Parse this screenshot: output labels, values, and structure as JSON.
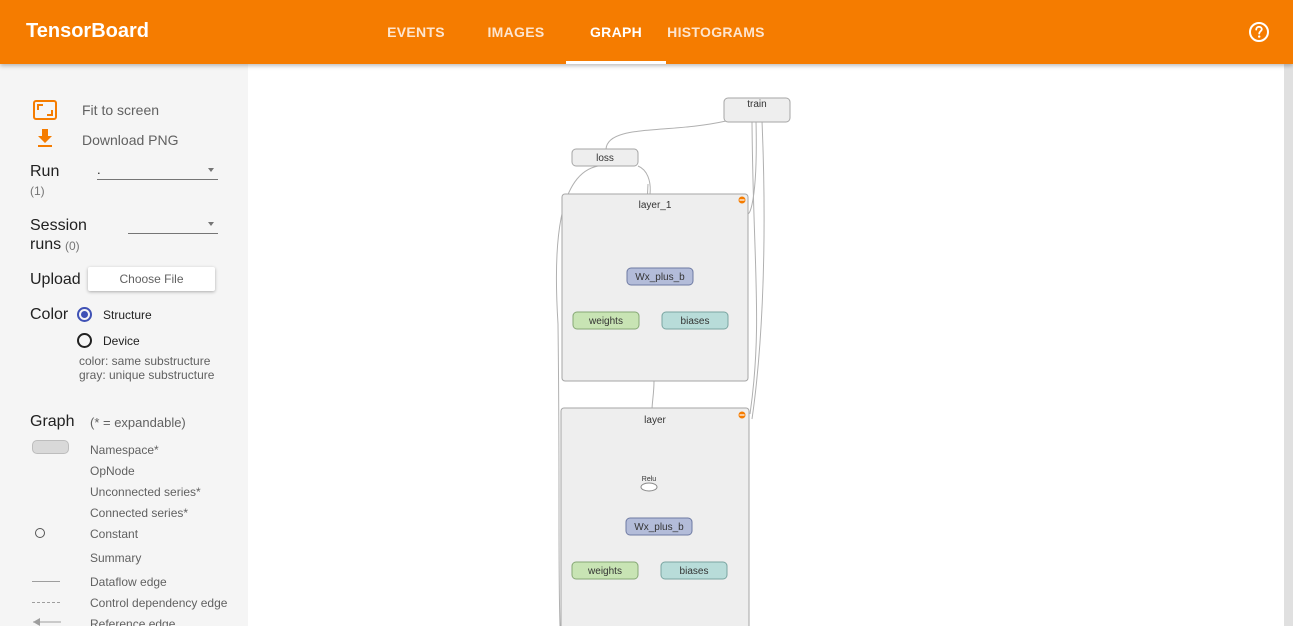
{
  "app": {
    "title": "TensorBoard",
    "accent_color": "#f57c00"
  },
  "tabs": [
    {
      "label": "EVENTS",
      "active": false
    },
    {
      "label": "IMAGES",
      "active": false
    },
    {
      "label": "GRAPH",
      "active": true
    },
    {
      "label": "HISTOGRAMS",
      "active": false
    }
  ],
  "header": {
    "help_icon": "help-circle-icon"
  },
  "sidebar": {
    "fit_to_screen": "Fit to screen",
    "download_png": "Download PNG",
    "run": {
      "label": "Run",
      "count": "(1)",
      "value": "."
    },
    "session_runs": {
      "label_line1": "Session",
      "label_line2": "runs",
      "count": "(0)",
      "value": ""
    },
    "upload": {
      "label": "Upload",
      "button": "Choose File"
    },
    "color": {
      "label": "Color",
      "options": [
        {
          "label": "Structure",
          "selected": true
        },
        {
          "label": "Device",
          "selected": false
        }
      ],
      "note_line1": "color: same substructure",
      "note_line2": "gray: unique substructure"
    },
    "graph_legend": {
      "label": "Graph",
      "note": "(* = expandable)",
      "items": [
        {
          "label": "Namespace*"
        },
        {
          "label": "OpNode"
        },
        {
          "label": "Unconnected series*"
        },
        {
          "label": "Connected series*"
        },
        {
          "label": "Constant"
        },
        {
          "label": "Summary"
        },
        {
          "label": "Dataflow edge"
        },
        {
          "label": "Control dependency edge"
        },
        {
          "label": "Reference edge"
        }
      ]
    }
  },
  "graph": {
    "nodes": {
      "train": "train",
      "loss": "loss",
      "layer_1": "layer_1",
      "layer": "layer",
      "wx_plus_b_1": "Wx_plus_b",
      "weights_1": "weights",
      "biases_1": "biases",
      "relu": "Relu",
      "wx_plus_b_0": "Wx_plus_b",
      "weights_0": "weights",
      "biases_0": "biases"
    },
    "colors": {
      "namespace_fill": "#eeeeee",
      "namespace_stroke": "#a6a6a6",
      "wx_fill": "#b3bcd9",
      "wx_stroke": "#6e7aa3",
      "weights_fill": "#c8e4b4",
      "weights_stroke": "#86a875",
      "biases_fill": "#b8dcd9",
      "biases_stroke": "#7aa5a1",
      "expand_badge": "#f57c00"
    }
  }
}
